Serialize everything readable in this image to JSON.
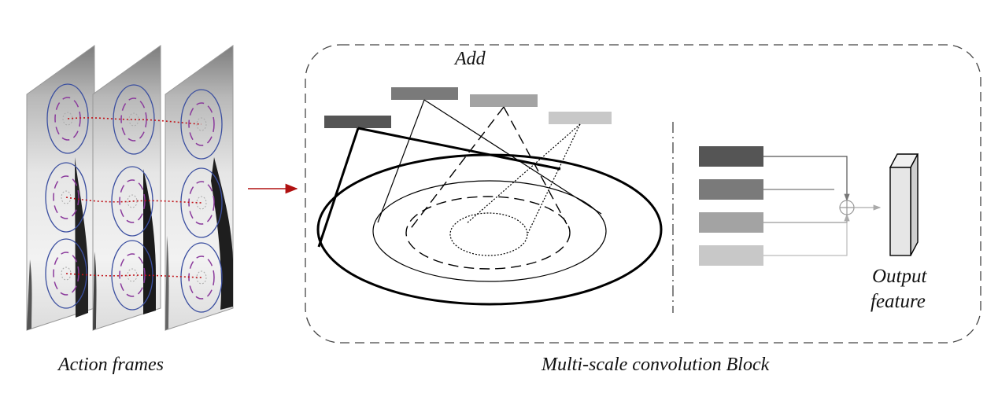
{
  "labels": {
    "add": "Add",
    "action_frames": "Action frames",
    "block_title": "Multi-scale convolution Block",
    "output_line1": "Output",
    "output_line2": "feature"
  },
  "colors": {
    "scale_1": "#555555",
    "scale_2": "#7a7a7a",
    "scale_3": "#a3a3a3",
    "scale_4": "#c8c8c8",
    "frame_circle": "#3b4fa0",
    "frame_dashed_circle": "#8b3a9c",
    "tracking_line": "#c0141a",
    "arrow": "#b01010"
  },
  "diagram": {
    "frames_count": 3,
    "scales_count": 4,
    "components": [
      "action-frames",
      "multi-scale-convolution-block",
      "fusion-sum",
      "output-feature"
    ]
  }
}
